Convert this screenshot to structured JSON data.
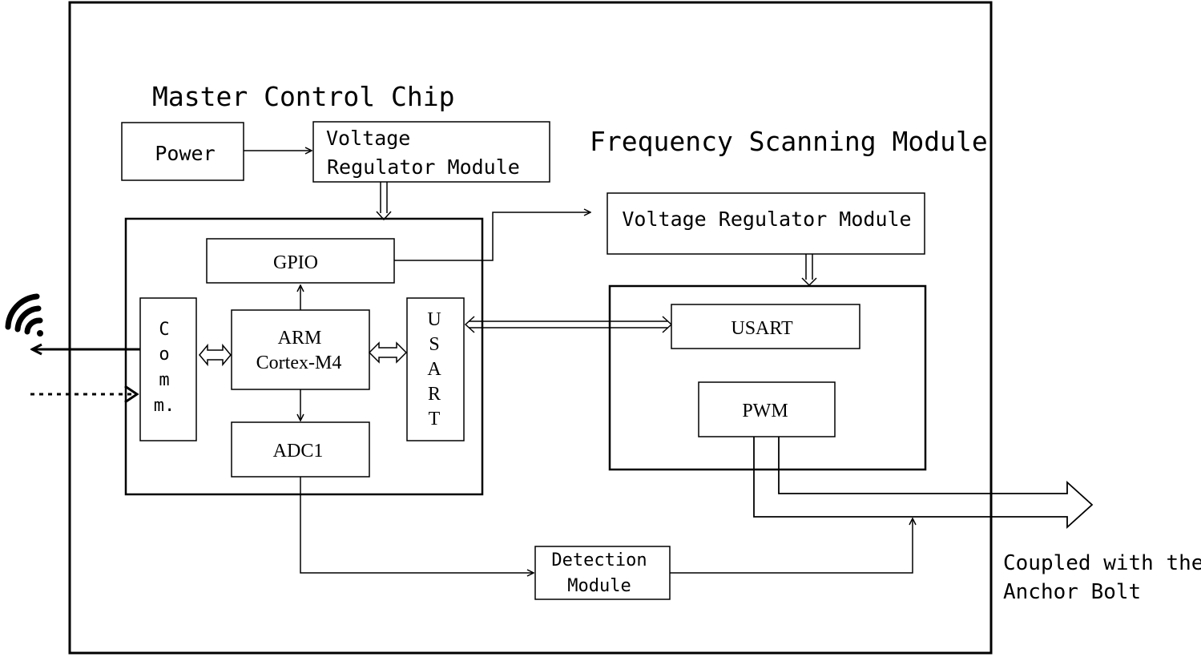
{
  "diagram": {
    "master_title": "Master Control Chip",
    "frequency_title": "Frequency Scanning Module",
    "power_label": "Power",
    "vreg1_line1": "Voltage",
    "vreg1_line2": "Regulator Module",
    "vreg2_label": "Voltage Regulator Module",
    "gpio_label": "GPIO",
    "arm_line1": "ARM",
    "arm_line2": "Cortex-M4",
    "adc_label": "ADC1",
    "comm_chars": [
      "C",
      "o",
      "m",
      "m."
    ],
    "usart_chars": [
      "U",
      "S",
      "A",
      "R",
      "T"
    ],
    "usart2_label": "USART",
    "pwm_label": "PWM",
    "detection_line1": "Detection",
    "detection_line2": "Module",
    "coupled_line1": "Coupled with the",
    "coupled_line2": "Anchor Bolt"
  },
  "icons": {
    "wireless": "wifi-icon"
  },
  "colors": {
    "stroke": "#000000",
    "background": "#ffffff"
  }
}
